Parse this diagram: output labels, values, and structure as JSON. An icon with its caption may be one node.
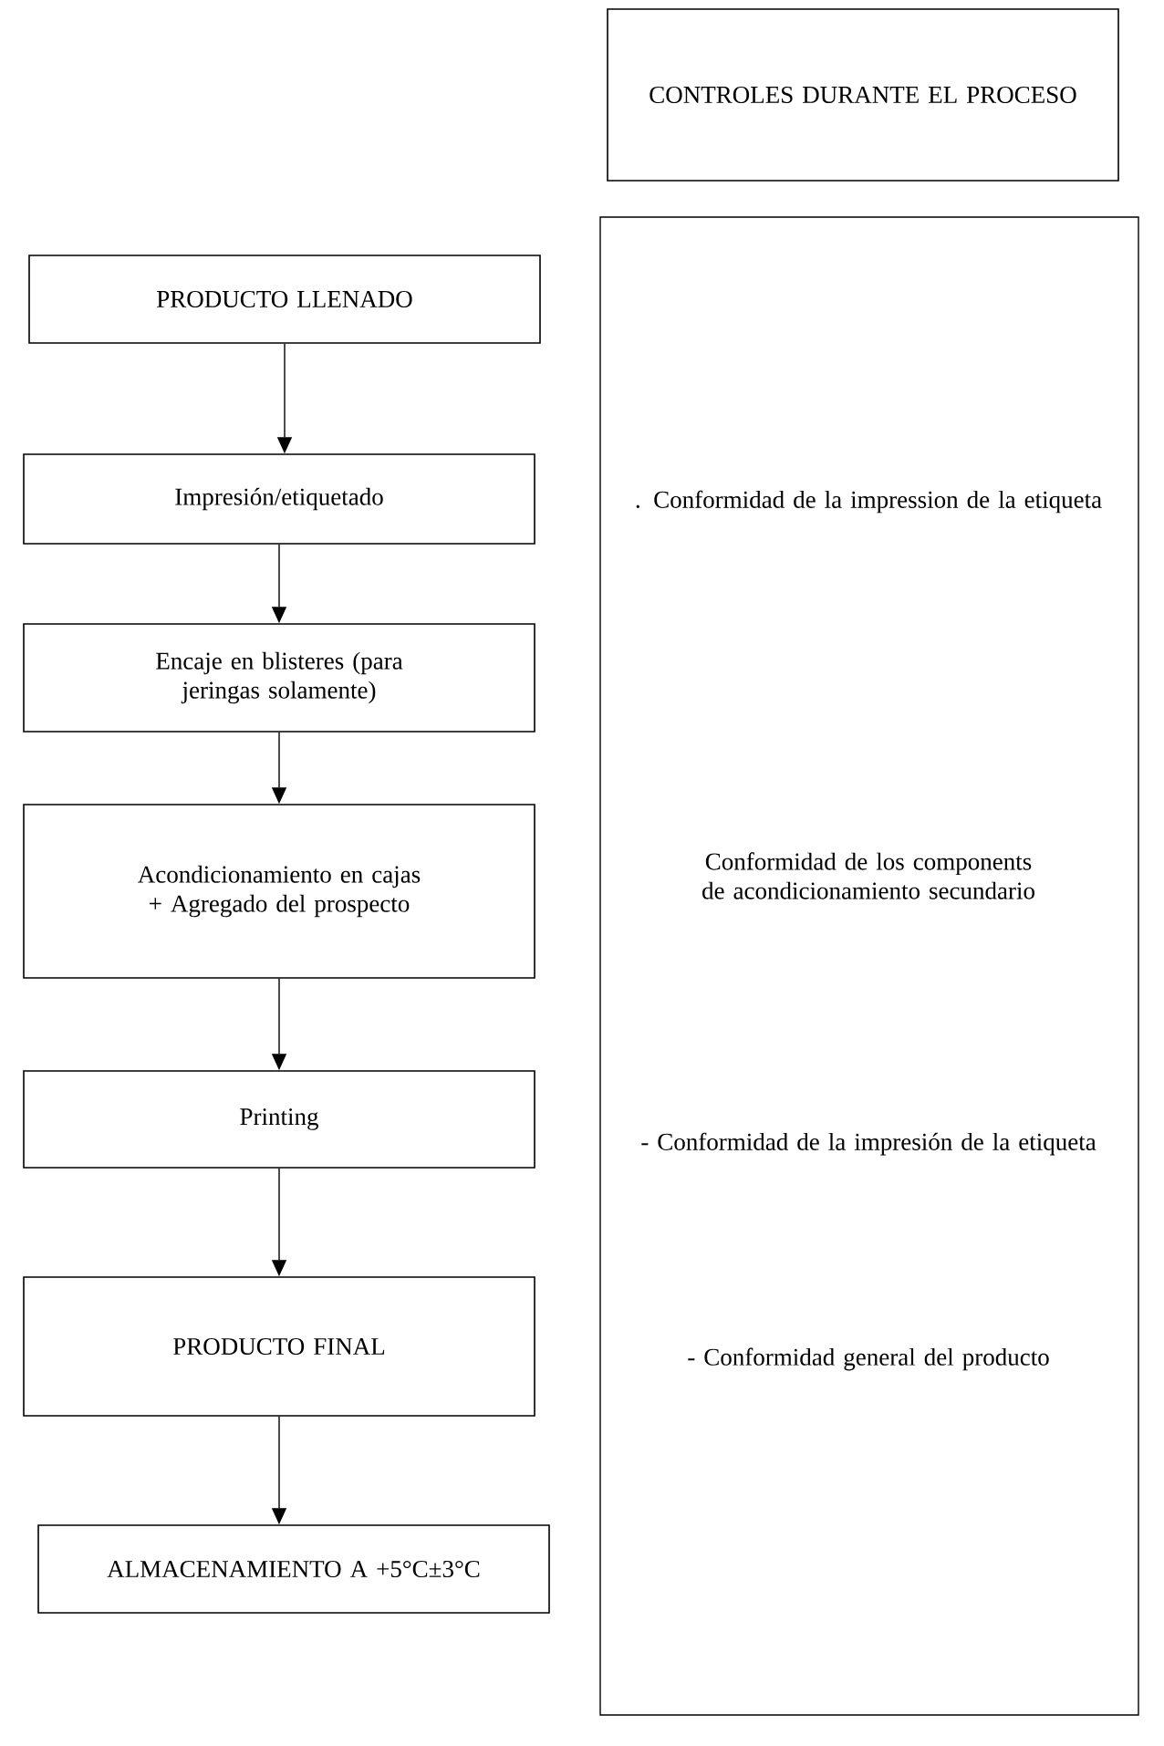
{
  "diagram": {
    "nodes": [
      {
        "text": [
          "CONTROLES DURANTE EL PROCESO"
        ]
      },
      {
        "text": [
          "PRODUCTO LLENADO"
        ]
      },
      {
        "text": [
          "Impresión/etiquetado"
        ]
      },
      {
        "text": [
          "Encaje en blisteres (para jeringas solamente)"
        ]
      },
      {
        "text": [
          "Acondicionamiento en cajas + Agregado del prospecto"
        ]
      },
      {
        "text": [
          "Printing"
        ]
      },
      {
        "text": [
          "PRODUCTO FINAL"
        ]
      },
      {
        "text": [
          "ALMACENAMIENTO A +5°C±3°C"
        ]
      },
      {
        "text": [
          ". Conformidad de la impression de la etiqueta",
          "Conformidad de los components de acondicionamiento secundario",
          "- Conformidad de la impresión de la etiqueta",
          "- Conformidad general del producto"
        ]
      }
    ],
    "edges": [
      {
        "from": 1,
        "to": 2,
        "arrow": "to"
      },
      {
        "from": 2,
        "to": 3,
        "arrow": "to"
      },
      {
        "from": 3,
        "to": 4,
        "arrow": "to"
      },
      {
        "from": 4,
        "to": 5,
        "arrow": "to"
      },
      {
        "from": 5,
        "to": 6,
        "arrow": "to"
      },
      {
        "from": 6,
        "to": 7,
        "arrow": "to"
      }
    ]
  }
}
